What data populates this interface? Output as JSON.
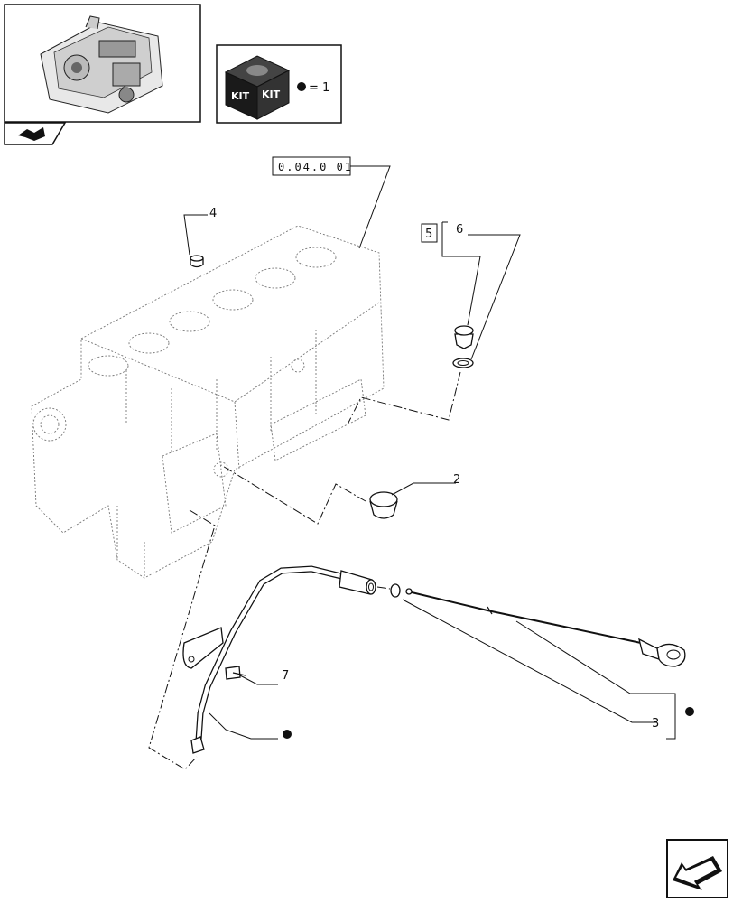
{
  "kit_legend": {
    "kit_word_left": "KIT",
    "kit_word_right": "KIT",
    "equals_text": "= 1"
  },
  "reference_label": "0.04.0 01",
  "callouts": {
    "c2": "2",
    "c3": "3",
    "c4": "4",
    "c5": "5",
    "c6": "6",
    "c7": "7"
  },
  "icons": {
    "thumbnail": "engine-thumbnail-icon",
    "section": "section-tab-icon",
    "kit": "kit-box-icon",
    "bullet": "kit-bullet-icon",
    "next": "next-page-arrow-icon"
  },
  "colors": {
    "line": "#111111",
    "ghost": "#777777",
    "background": "#ffffff"
  }
}
